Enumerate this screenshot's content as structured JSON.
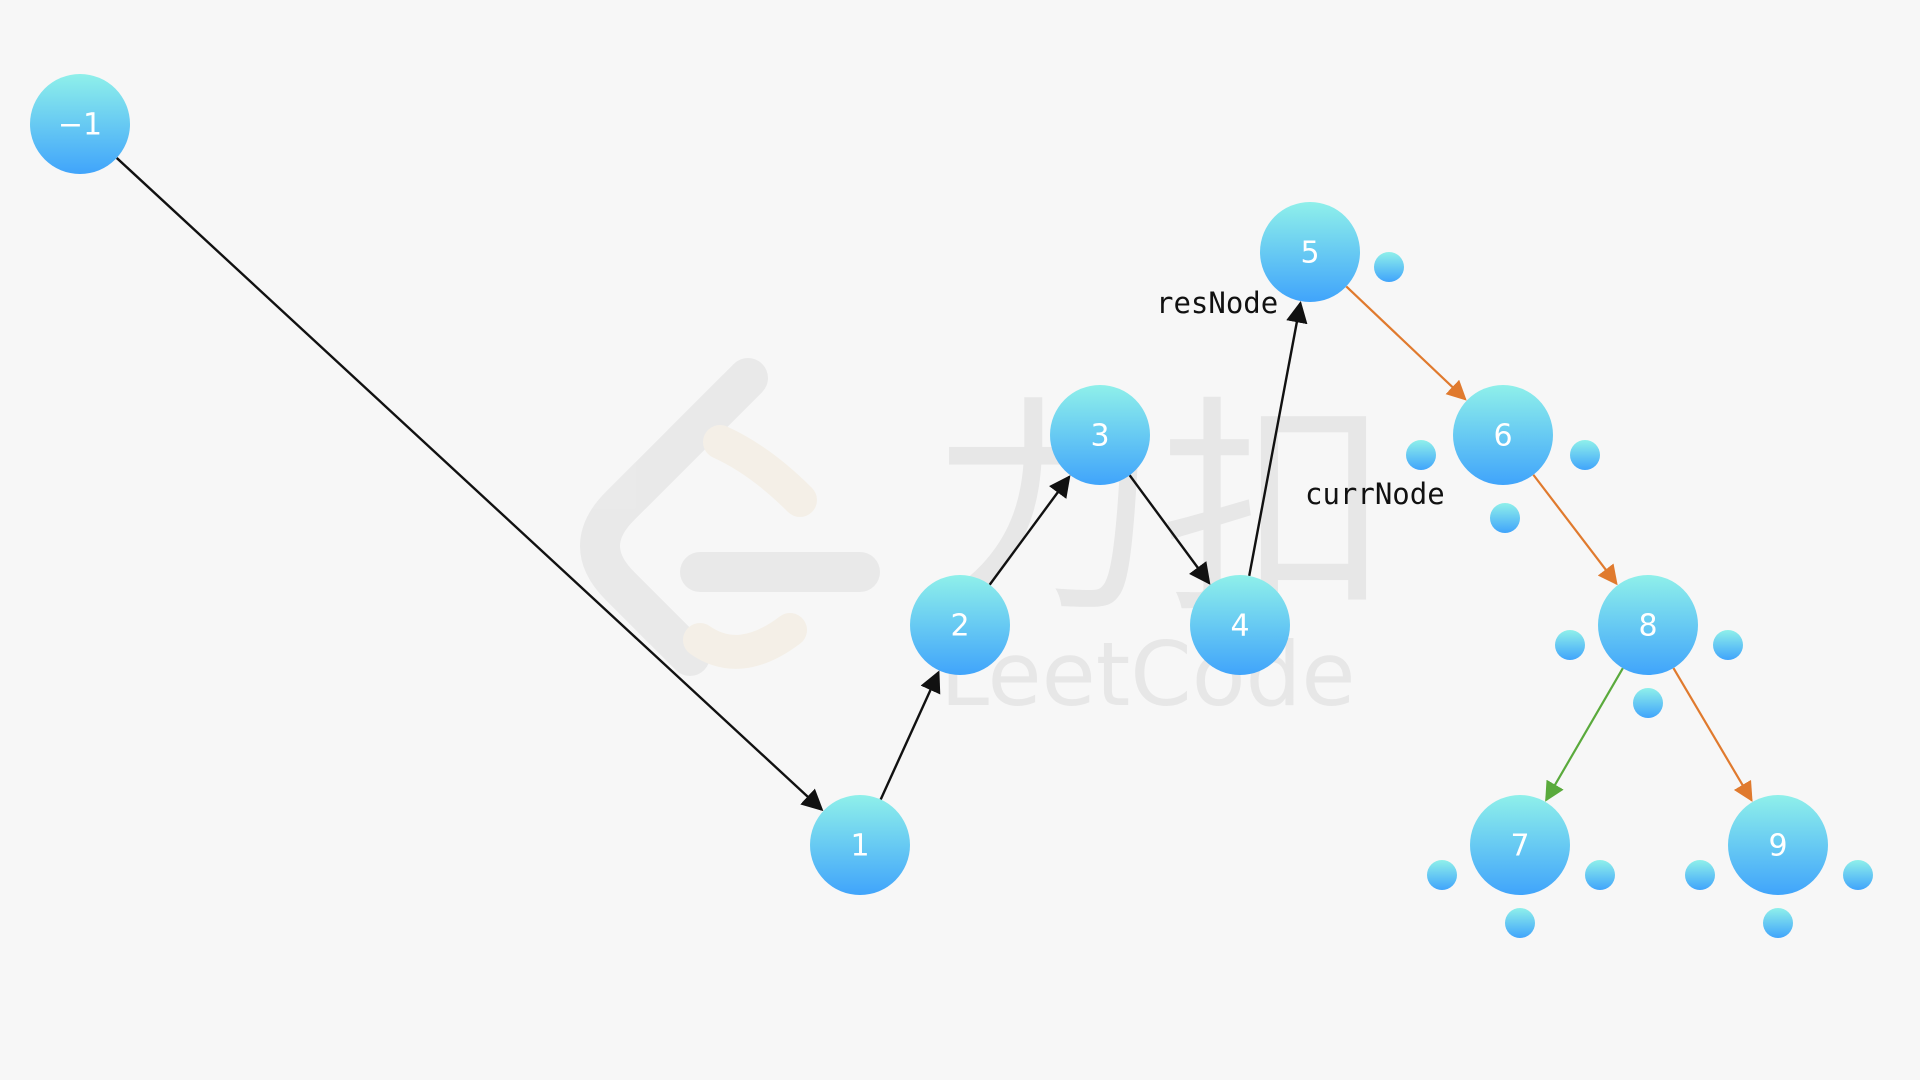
{
  "diagram": {
    "pointers": {
      "res_node": "resNode",
      "curr_node": "currNode"
    },
    "nodes": [
      {
        "id": "n-1",
        "label": "−1"
      },
      {
        "id": "n1",
        "label": "1"
      },
      {
        "id": "n2",
        "label": "2"
      },
      {
        "id": "n3",
        "label": "3"
      },
      {
        "id": "n4",
        "label": "4"
      },
      {
        "id": "n5",
        "label": "5"
      },
      {
        "id": "n6",
        "label": "6"
      },
      {
        "id": "n8",
        "label": "8"
      },
      {
        "id": "n7",
        "label": "7"
      },
      {
        "id": "n9",
        "label": "9"
      }
    ],
    "edges": [
      {
        "from": "n-1",
        "to": "n1",
        "kind": "list"
      },
      {
        "from": "n1",
        "to": "n2",
        "kind": "list"
      },
      {
        "from": "n2",
        "to": "n3",
        "kind": "list"
      },
      {
        "from": "n3",
        "to": "n4",
        "kind": "list"
      },
      {
        "from": "n4",
        "to": "n5",
        "kind": "list"
      },
      {
        "from": "n5",
        "to": "n6",
        "kind": "right-child"
      },
      {
        "from": "n6",
        "to": "n8",
        "kind": "right-child"
      },
      {
        "from": "n8",
        "to": "n7",
        "kind": "left-child"
      },
      {
        "from": "n8",
        "to": "n9",
        "kind": "right-child"
      }
    ],
    "colors": {
      "node_top": "#8ff0ea",
      "node_bottom": "#40a4fb",
      "list_edge": "#111111",
      "right_child_edge": "#e07a2e",
      "left_child_edge": "#5aaa3c"
    },
    "watermark": {
      "brand": "力扣",
      "name": "LeetCode"
    }
  }
}
